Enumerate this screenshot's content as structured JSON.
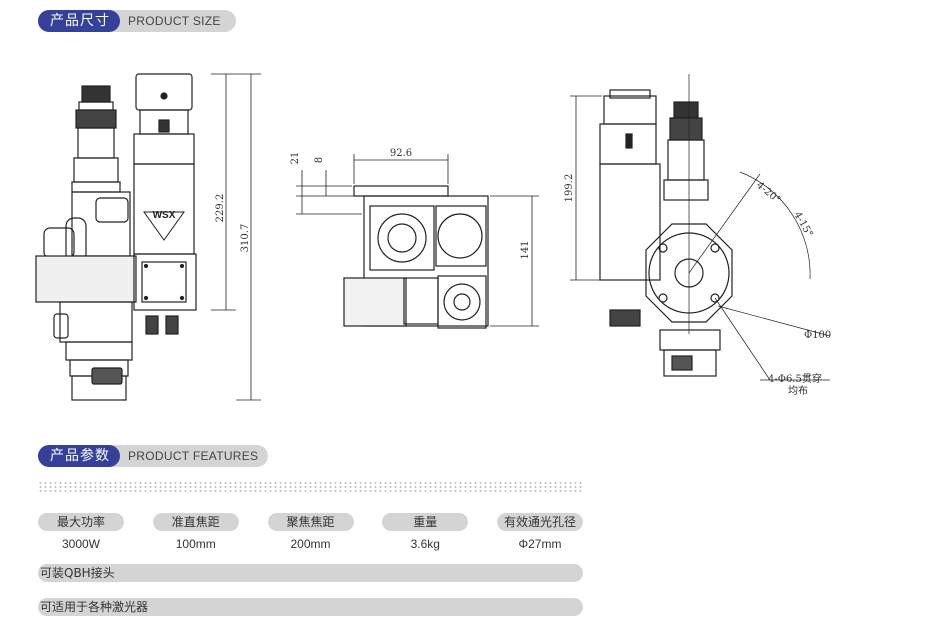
{
  "sections": {
    "size": {
      "title_cn": "产品尺寸",
      "title_en": "PRODUCT SIZE"
    },
    "features": {
      "title_cn": "产品参数",
      "title_en": "PRODUCT FEATURES"
    }
  },
  "drawings": {
    "front": {
      "dim_height_upper": "229.2",
      "dim_height_total": "310.7",
      "logo": "WSX"
    },
    "top": {
      "dim_width": "92.6",
      "dim_a": "21",
      "dim_b": "8",
      "dim_depth": "141"
    },
    "side": {
      "dim_height": "199.2",
      "angle_1": "4-20°",
      "angle_2": "4-15°",
      "diameter": "Φ100",
      "holes_line1": "4-Φ6.5贯穿",
      "holes_line2": "均布"
    }
  },
  "specs": [
    {
      "label": "最大功率",
      "value": "3000W"
    },
    {
      "label": "准直焦距",
      "value": "100mm"
    },
    {
      "label": "聚焦焦距",
      "value": "200mm"
    },
    {
      "label": "重量",
      "value": "3.6kg"
    },
    {
      "label": "有效通光孔径",
      "value": "Φ27mm"
    }
  ],
  "notes": [
    "可装QBH接头",
    "可适用于各种激光器"
  ],
  "colors": {
    "accent": "#34409a",
    "pill_bg": "#d4d4d4"
  }
}
